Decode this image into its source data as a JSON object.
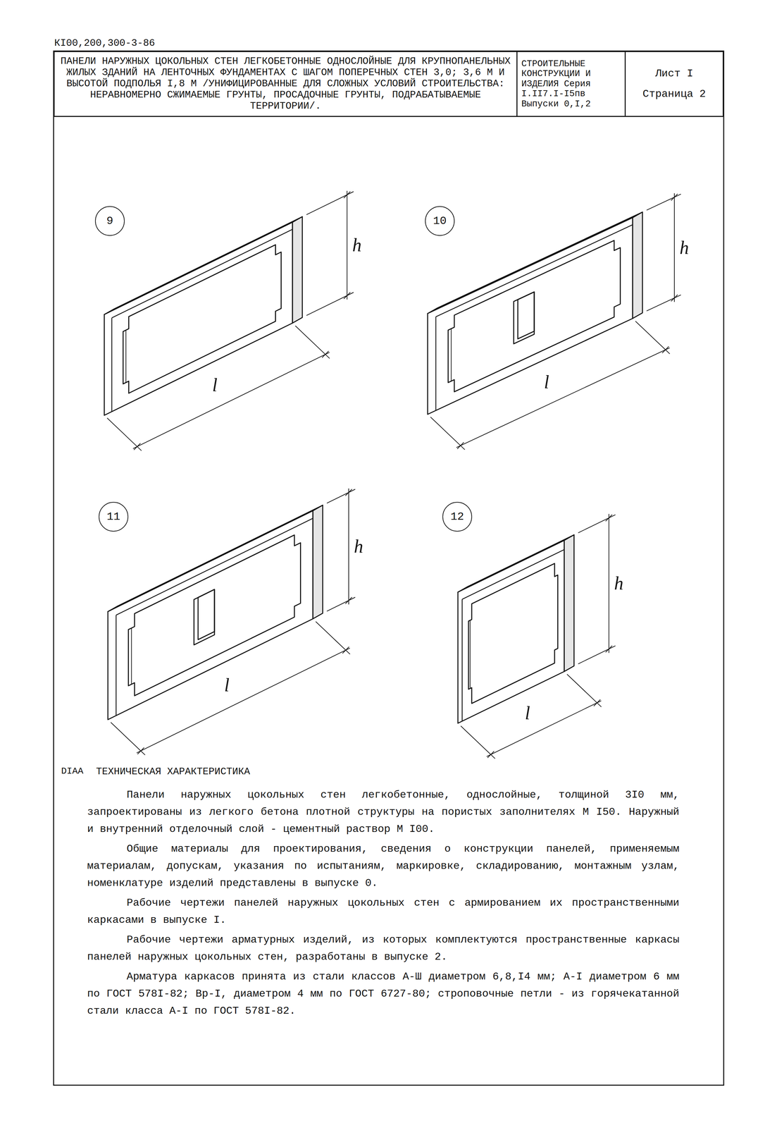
{
  "diagram": {
    "nodes": [
      {
        "text": [
          "ПАНЕЛИ НАРУЖНЫХ ЦОКОЛЬНЫХ СТЕН ЛЕГКОБЕТОННЫЕ ОДНОСЛОЙНЫЕ ДЛЯ КРУПНОПАНЕЛЬНЫХ ЖИЛЫХ ЗДАНИЙ НА ЛЕНТОЧНЫХ ФУНДАМЕНТАХ С ШАГОМ ПОПЕРЕЧНЫХ СТЕН 3,0; 3,6 М И ВЫСОТОЙ ПОДПОЛЬЯ I,8 М /УНИФИЦИРОВАННЫЕ ДЛЯ СЛОЖНЫХ УСЛОВИЙ СТРОИТЕЛЬСТВА: НЕРАВНОМЕРНО СЖИМАЕМЫЕ ГРУНТЫ, ПРОСАДОЧНЫЕ ГРУНТЫ, ПОДРАБАТЫВАЕМЫЕ ТЕРРИТОРИИ/."
        ]
      },
      {
        "text": [
          "СТРОИТЕЛЬНЫЕ КОНСТРУКЦИИ И ИЗДЕЛИЯ Серия I.II7.I-I5пв Выпуски 0,I,2"
        ]
      },
      {
        "text": [
          "Лист I",
          "Страница 2"
        ]
      },
      {
        "text": [
          "9"
        ]
      },
      {
        "text": [
          "10"
        ]
      },
      {
        "text": [
          "11"
        ]
      },
      {
        "text": [
          "12"
        ]
      }
    ],
    "labels": [
      "КI00,200,300-3-86",
      "h",
      "l",
      "h",
      "l",
      "h",
      "l",
      "h",
      "l",
      "DIAA",
      "ТЕХНИЧЕСКАЯ ХАРАКТЕРИСТИКА",
      "Панели наружных цокольных стен легкобетонные, однослойные, толщиной 3I0 мм, запроектированы из легкого бетона плотной структуры на пористых заполнителях М I50. Наружный и внутренний отделочный слой - цементный раствор М I00.",
      "Общие материалы для проектирования, сведения о конструкции панелей, применяемым материалам, допускам, указания по испытаниям, маркировке, складированию, монтажным узлам, номенклатуре изделий представлены в выпуске 0.",
      "Рабочие чертежи панелей наружных цокольных стен с армированием их пространственными каркасами в выпуске I.",
      "Рабочие чертежи арматурных изделий, из которых комплектуются пространственные каркасы панелей наружных цокольных стен, разработаны в выпуске 2.",
      "Арматура каркасов принята из стали классов А-Ш диаметром 6,8,I4 мм; А-I диаметром 6 мм по ГОСТ 578I-82; Вр-I, диаметром 4 мм по ГОСТ 6727-80; строповочные петли - из горячекатанной стали класса А-I по ГОСТ 578I-82."
    ]
  }
}
